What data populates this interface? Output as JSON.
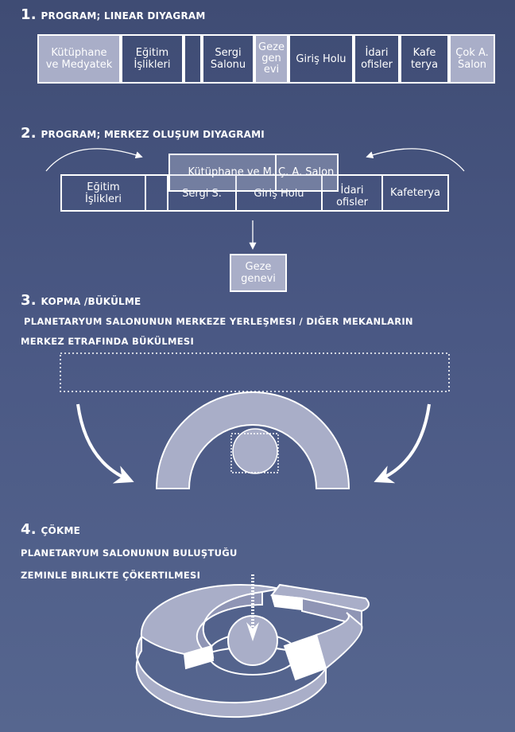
{
  "section1": {
    "number": "1.",
    "title": "PROGRAM; LINEAR DIYAGRAM",
    "boxes": [
      "Kütüphane\nve Medyatek",
      "Eğitim\nİşlikleri",
      "",
      "Sergi\nSalonu",
      "Geze\ngen\nevi",
      "Giriş Holu",
      "İdari\nofisler",
      "Kafe\nterya",
      "Çok A.\nSalon"
    ]
  },
  "section2": {
    "number": "2.",
    "title": "PROGRAM; MERKEZ OLUŞUM DIYAGRAMI",
    "top_left": "Kütüphane ve M.",
    "top_right": "Ç. A. Salon",
    "egitim": "Eğitim\nİşlikleri",
    "sergi": "Sergi S.",
    "giris": "Giriş Holu",
    "idari": "İdari\nofisler",
    "kafe": "Kafeterya",
    "geze": "Geze\ngenevi"
  },
  "section3": {
    "number": "3.",
    "title": "KOPMA /BÜKÜLME",
    "line1": "PLANETARYUM SALONUNUN MERKEZE YERLEŞMESI / DIĞER MEKANLARIN",
    "line2": "MERKEZ ETRAFINDA BÜKÜLMESI"
  },
  "section4": {
    "number": "4.",
    "title": "ÇÖKME",
    "line1": "PLANETARYUM SALONUNUN BULUŞTUĞU",
    "line2": "ZEMINLE BIRLIKTE ÇÖKERTILMESI"
  },
  "colors": {
    "background": "#4a5884",
    "fill": "#a9aec8",
    "line": "#ffffff"
  }
}
